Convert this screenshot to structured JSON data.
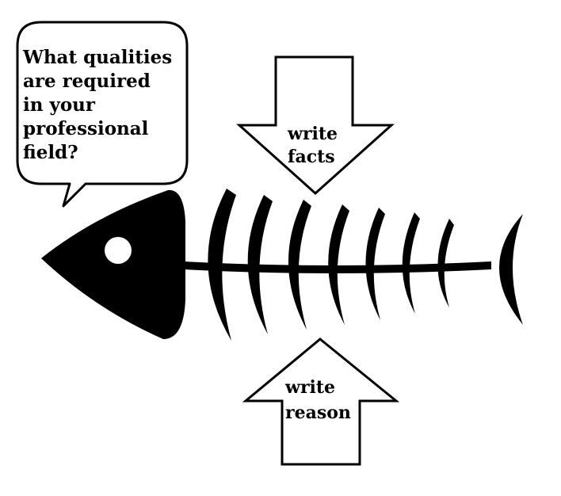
{
  "speech_bubble": {
    "lines": [
      "What qualities",
      "are required",
      "in your",
      "professional",
      "field?"
    ]
  },
  "arrow_down": {
    "lines": [
      "write",
      "facts"
    ]
  },
  "arrow_up": {
    "lines": [
      "write",
      "reason"
    ]
  },
  "colors": {
    "ink": "#000000",
    "background": "#ffffff"
  }
}
